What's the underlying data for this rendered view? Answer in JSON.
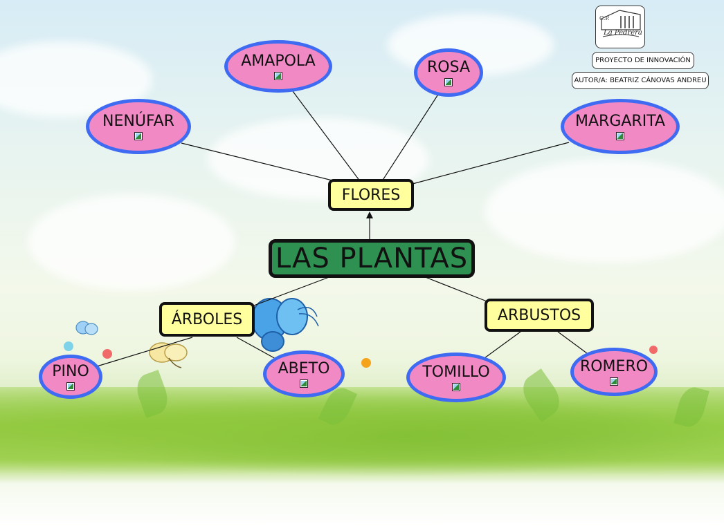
{
  "header": {
    "project": "PROYECTO DE INNOVACIÓN",
    "author": "AUTOR/A: BEATRIZ CÁNOVAS ANDREU",
    "logo_text": "La Pedrera",
    "logo_initials": "C.P."
  },
  "map": {
    "root": "LAS PLANTAS",
    "categories": {
      "flores": "FLORES",
      "arboles": "ÁRBOLES",
      "arbustos": "ARBUSTOS"
    },
    "flores": [
      "NENÚFAR",
      "AMAPOLA",
      "ROSA",
      "MARGARITA"
    ],
    "arboles": [
      "PINO",
      "ABETO"
    ],
    "arbustos": [
      "TOMILLO",
      "ROMERO"
    ]
  },
  "colors": {
    "oval_fill": "#f089c4",
    "oval_border": "#3f6bf2",
    "category_fill": "#ffff9e",
    "root_fill": "#2e9152"
  },
  "icons": {
    "attachment": "image-icon",
    "decoration": "butterfly-icon"
  }
}
